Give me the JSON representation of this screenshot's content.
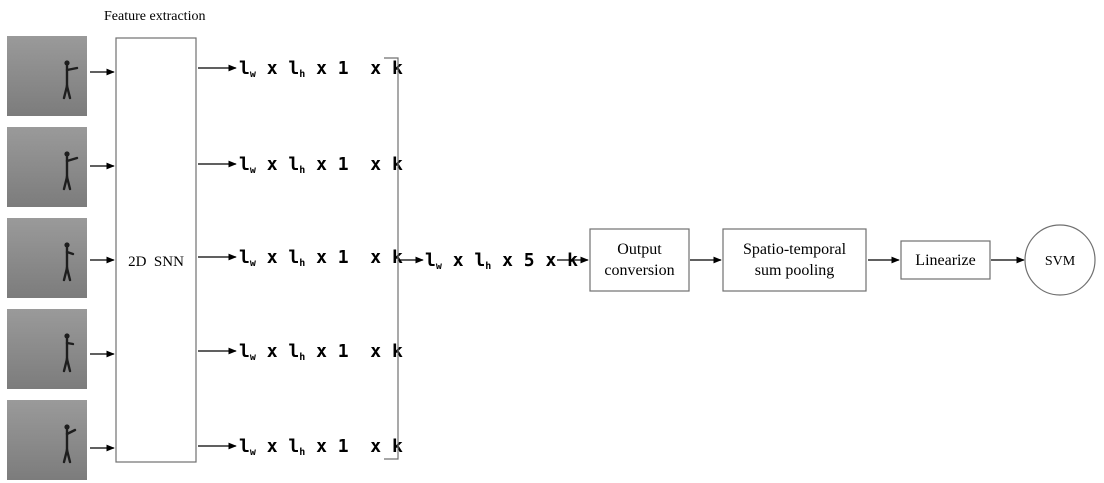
{
  "title": "Feature extraction",
  "snn_label": "2D  SNN",
  "frames": [
    "frame-1",
    "frame-2",
    "frame-3",
    "frame-4",
    "frame-5"
  ],
  "feature_maps": [
    {
      "l1": "l",
      "s1": "w",
      "x1": "x",
      "l2": "l",
      "s2": "h",
      "rest": "x 1  x k"
    },
    {
      "l1": "l",
      "s1": "w",
      "x1": "x",
      "l2": "l",
      "s2": "h",
      "rest": "x 1  x k"
    },
    {
      "l1": "l",
      "s1": "w",
      "x1": "x",
      "l2": "l",
      "s2": "h",
      "rest": "x 1  x k"
    },
    {
      "l1": "l",
      "s1": "w",
      "x1": "x",
      "l2": "l",
      "s2": "h",
      "rest": "x 1  x k"
    },
    {
      "l1": "l",
      "s1": "w",
      "x1": "x",
      "l2": "l",
      "s2": "h",
      "rest": "x 1  x k"
    }
  ],
  "merged": {
    "l1": "l",
    "s1": "w",
    "x1": "x",
    "l2": "l",
    "s2": "h",
    "rest": "x 5 x k"
  },
  "output_conversion": {
    "line1": "Output",
    "line2": "conversion"
  },
  "pooling": {
    "line1": "Spatio-temporal",
    "line2": "sum pooling"
  },
  "linearize": "Linearize",
  "svm": "SVM",
  "colors": {
    "stroke": "#707070",
    "arrow": "#000000",
    "text": "#000000",
    "frame_bg": "#8e8e8e"
  }
}
